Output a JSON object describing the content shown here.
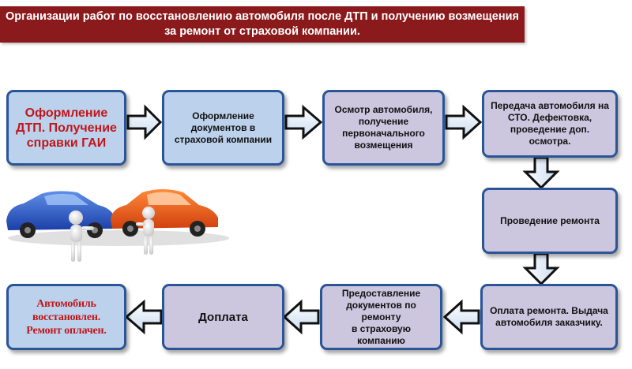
{
  "title": {
    "line1": "Организации работ по восстановлению автомобиля после ДТП и получению возмещения",
    "line2": "за ремонт от  страховой компании."
  },
  "steps": [
    {
      "id": "s1",
      "label": "Оформление\nДТП. Получение\nсправки ГАИ"
    },
    {
      "id": "s2",
      "label": "Оформление\nдокументов в\nстраховой компании"
    },
    {
      "id": "s3",
      "label": "Осмотр автомобиля,\nполучение\nпервоначального\nвозмещения"
    },
    {
      "id": "s4",
      "label": "Передача автомобиля на\nСТО. Дефектовка,\nпроведение доп. осмотра."
    },
    {
      "id": "s5",
      "label": "Проведение ремонта"
    },
    {
      "id": "s6",
      "label": "Оплата ремонта. Выдача\nавтомобиля заказчику."
    },
    {
      "id": "s7",
      "label": "Предоставление\nдокументов по ремонту\nв страховую компанию"
    },
    {
      "id": "s8",
      "label": "Доплата"
    },
    {
      "id": "s9",
      "label": "Автомобиль\nвосстановлен.\nРемонт оплачен."
    }
  ],
  "illustration": {
    "icon": "car-accident-illustration"
  },
  "colors": {
    "banner": "#8b1a1c",
    "box_border": "#2a5598",
    "box_blue": "#bcd2ec",
    "box_lilac": "#ccc6df",
    "accent_text": "#c0161a"
  }
}
